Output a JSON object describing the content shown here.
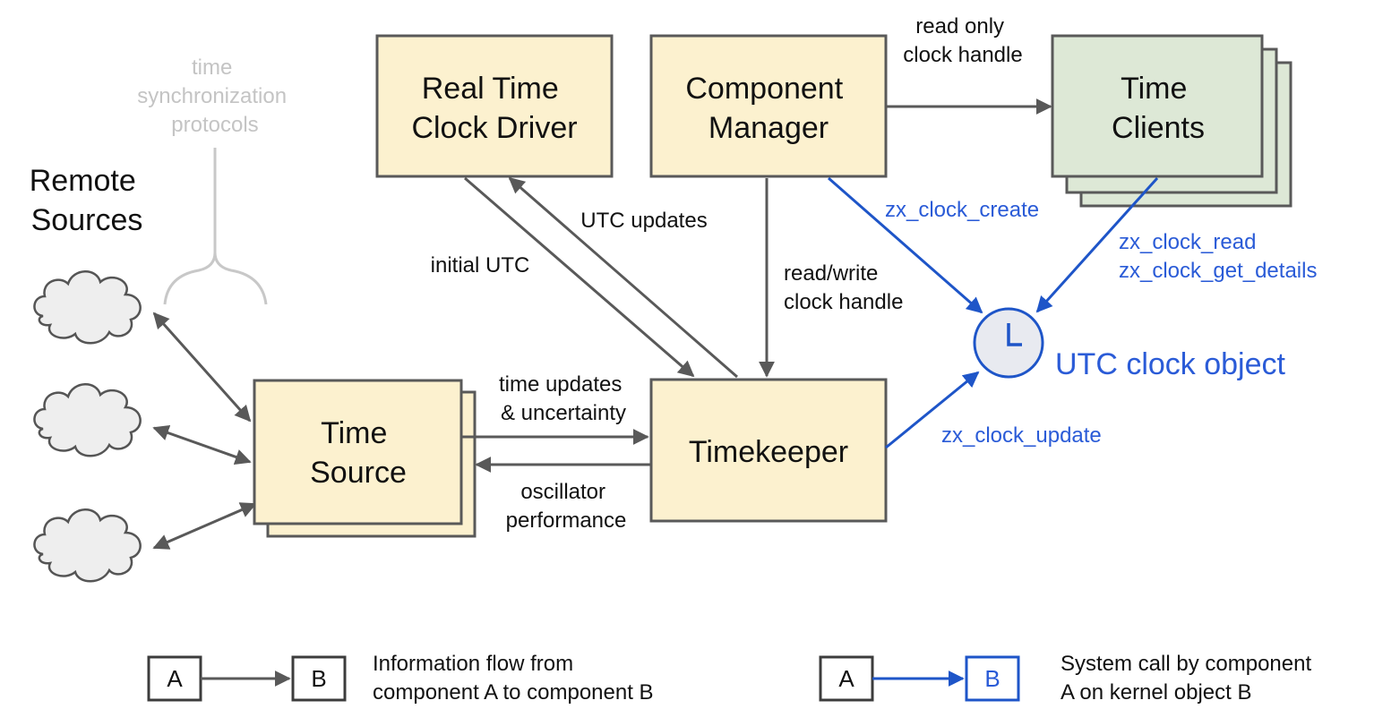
{
  "components": {
    "rtc_driver": {
      "lines": [
        "Real Time",
        "Clock Driver"
      ]
    },
    "component_manager": {
      "lines": [
        "Component",
        "Manager"
      ]
    },
    "time_clients": {
      "lines": [
        "Time",
        "Clients"
      ]
    },
    "time_source": {
      "lines": [
        "Time",
        "Source"
      ]
    },
    "timekeeper": {
      "lines": [
        "Timekeeper"
      ]
    },
    "remote_sources": {
      "lines": [
        "Remote",
        "Sources"
      ]
    }
  },
  "kernel_object": {
    "label": "UTC clock object"
  },
  "protocols_note": {
    "lines": [
      "time",
      "synchronization",
      "protocols"
    ]
  },
  "edges": {
    "read_only_handle": [
      "read only",
      "clock handle"
    ],
    "utc_updates": [
      "UTC updates"
    ],
    "initial_utc": [
      "initial UTC"
    ],
    "read_write_handle": [
      "read/write",
      "clock handle"
    ],
    "time_updates": [
      "time updates",
      "& uncertainty"
    ],
    "oscillator": [
      "oscillator",
      "performance"
    ],
    "zx_clock_create": [
      "zx_clock_create"
    ],
    "zx_clock_read": [
      "zx_clock_read",
      "zx_clock_get_details"
    ],
    "zx_clock_update": [
      "zx_clock_update"
    ]
  },
  "legend": {
    "info_flow": {
      "box_a": "A",
      "box_b": "B",
      "lines": [
        "Information flow from",
        "component A to component B"
      ]
    },
    "syscall": {
      "box_a": "A",
      "box_b": "B",
      "lines": [
        "System call by component",
        "A on kernel object B"
      ]
    }
  },
  "colors": {
    "component_fill": "#fcf1cf",
    "client_fill": "#dde8d6",
    "info_arrow": "#595959",
    "syscall_arrow": "#1e55c8",
    "syscall_text": "#2a5bd7",
    "protocol_text": "#c4c4c4",
    "cloud_fill": "#eeeeee"
  },
  "icons": {
    "clock": "clock-icon",
    "cloud": "cloud-icon"
  }
}
